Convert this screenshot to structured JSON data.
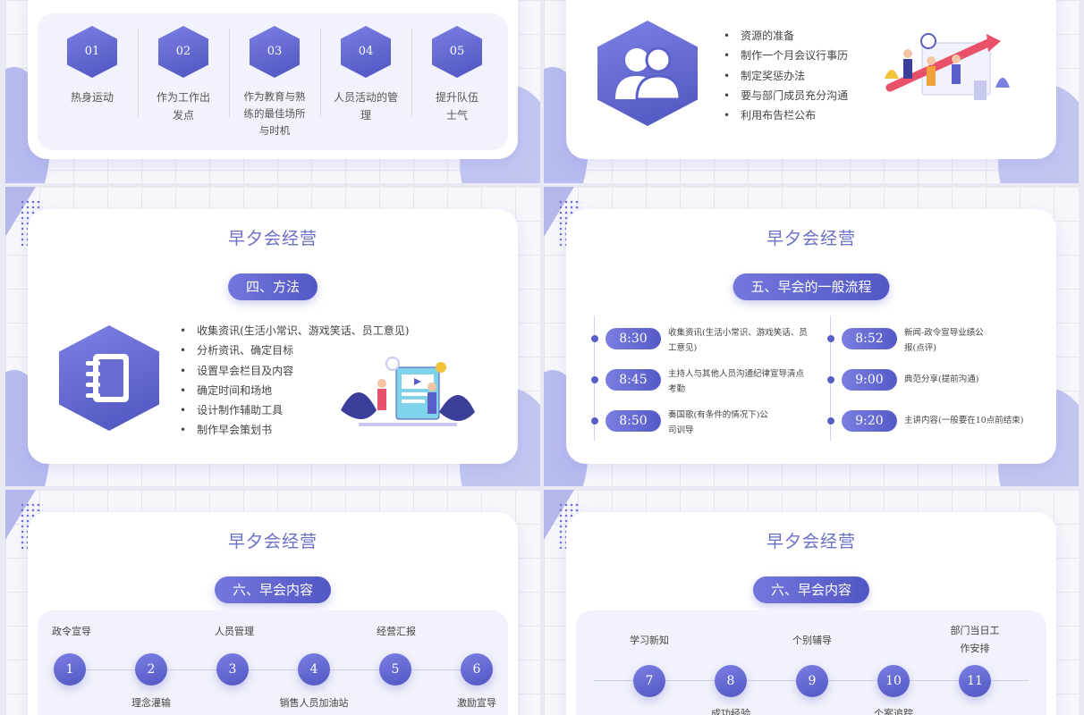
{
  "slide1": {
    "steps": [
      {
        "num": "01",
        "label": "热身运动"
      },
      {
        "num": "02",
        "label": "作为工作出发点"
      },
      {
        "num": "03",
        "label": "作为教育与熟练的最佳场所与时机"
      },
      {
        "num": "04",
        "label": "人员活动的管理"
      },
      {
        "num": "05",
        "label": "提升队伍士气"
      }
    ]
  },
  "slide2": {
    "icon": "users-icon",
    "bullets": [
      "资源的准备",
      "制作一个月会议行事历",
      "制定奖惩办法",
      "要与部门成员充分沟通",
      "利用布告栏公布"
    ]
  },
  "slide3": {
    "title": "早夕会经营",
    "pill": "四、方法",
    "icon": "notebook-icon",
    "bullets": [
      "收集资讯(生活小常识、游戏笑话、员工意见)",
      "分析资讯、确定目标",
      "设置早会栏目及内容",
      "确定时间和场地",
      "设计制作辅助工具",
      "制作早会策划书"
    ]
  },
  "slide4": {
    "title": "早夕会经营",
    "pill": "五、早会的一般流程",
    "left": [
      {
        "time": "8:30",
        "desc": "收集资讯(生活小常识、游戏笑话、员工意见)"
      },
      {
        "time": "8:45",
        "desc": "主持人与其他人员沟通纪律宣导清点考勤"
      },
      {
        "time": "8:50",
        "desc": "奏国歌(有条件的情况下)公司训导"
      }
    ],
    "right": [
      {
        "time": "8:52",
        "desc": "新闻-政令宣导业绩公报(点评)"
      },
      {
        "time": "9:00",
        "desc": "典范分享(提前沟通)"
      },
      {
        "time": "9:20",
        "desc": "主讲内容(一般要在10点前结束)"
      }
    ]
  },
  "slide5": {
    "title": "早夕会经营",
    "pill": "六、早会内容",
    "nodes": [
      "1",
      "2",
      "3",
      "4",
      "5",
      "6"
    ],
    "top_labels": [
      "政令宣导",
      "人员管理",
      "经营汇报"
    ],
    "bottom_labels": [
      "理念灌输",
      "销售人员加油站",
      "激励宣导"
    ]
  },
  "slide6": {
    "title": "早夕会经营",
    "pill": "六、早会内容",
    "nodes": [
      "7",
      "8",
      "9",
      "10",
      "11"
    ],
    "top_labels": [
      "学习新知",
      "个别辅导",
      "部门当日工作安排"
    ],
    "bottom_labels": [
      "成功经验",
      "个案追踪"
    ]
  },
  "colors": {
    "accent": "#5a5ec8",
    "accent_light": "#b8bbef"
  }
}
